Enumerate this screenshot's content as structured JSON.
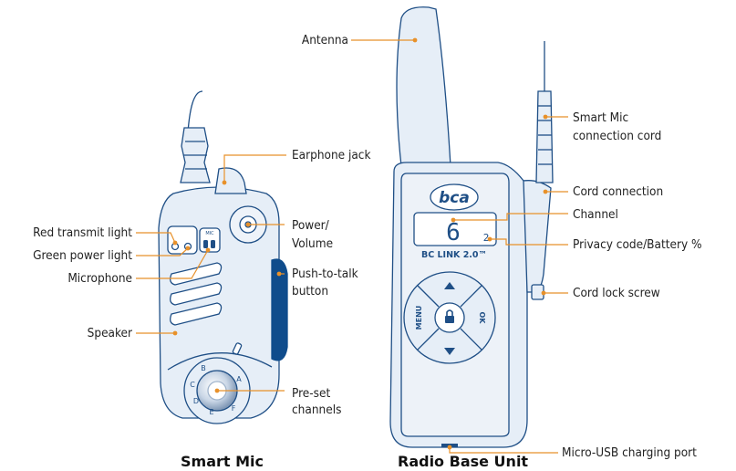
{
  "colors": {
    "outline": "#1f4f86",
    "fill": "#e6eef7",
    "ptt": "#0f4c8c",
    "leader": "#e8912a"
  },
  "captions": {
    "smart_mic": "Smart Mic",
    "radio_base": "Radio Base Unit"
  },
  "device_text": {
    "brand": "bca",
    "display_channel": "6",
    "display_privacy": "2",
    "model": "BC LINK 2.0™",
    "menu": "MENU",
    "ok": "OK",
    "mic_label": "MIC",
    "channel_letters": [
      "A",
      "B",
      "C",
      "D",
      "E",
      "F"
    ]
  },
  "labels": {
    "antenna": "Antenna",
    "earphone_jack": "Earphone jack",
    "red_transmit_light": "Red transmit light",
    "green_power_light": "Green power light",
    "microphone": "Microphone",
    "power_volume_1": "Power/",
    "power_volume_2": "Volume",
    "push_to_talk_1": "Push-to-talk",
    "push_to_talk_2": "button",
    "speaker": "Speaker",
    "preset_1": "Pre-set",
    "preset_2": "channels",
    "smart_mic_cord_1": "Smart Mic",
    "smart_mic_cord_2": "connection cord",
    "cord_connection": "Cord connection",
    "channel": "Channel",
    "privacy_battery": "Privacy code/Battery %",
    "cord_lock_screw": "Cord lock screw",
    "micro_usb": "Micro-USB charging port"
  }
}
